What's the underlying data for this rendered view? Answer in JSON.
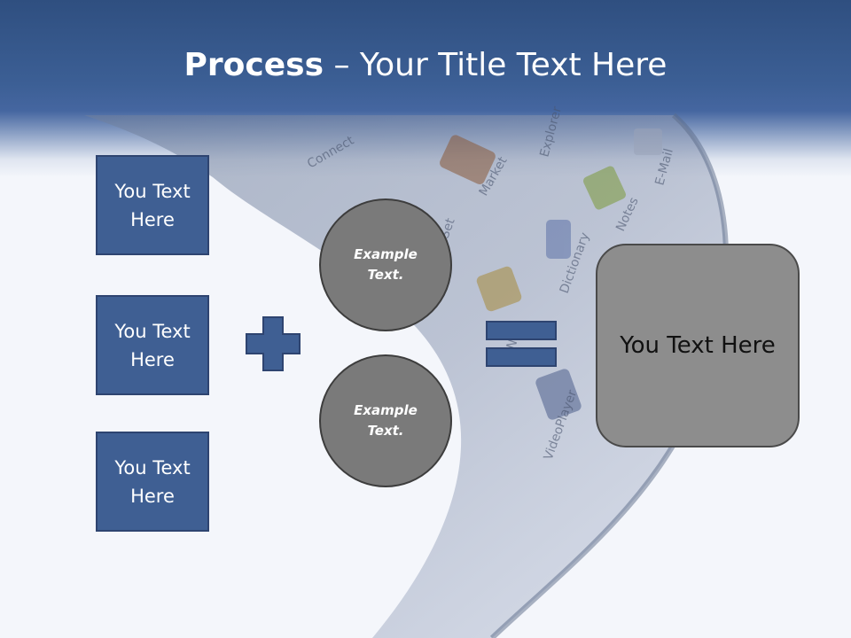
{
  "slide": {
    "title_bold": "Process",
    "title_rest": " – Your Title Text Here",
    "boxes": [
      "You Text Here",
      "You Text Here",
      "You Text Here"
    ],
    "circles": [
      "Example Text.",
      "Example Text."
    ],
    "result": "You Text Here"
  },
  "colors": {
    "header_blue": "#3c5f95",
    "box_fill": "#3f5f93",
    "circle_fill": "#7a7a7a",
    "result_fill": "#8d8d8d"
  },
  "background": {
    "app_labels": [
      "Connect",
      "Market",
      "Explorer",
      "E-Mail",
      "Notes",
      "Dictionary",
      "Navi",
      "VideoPlayer",
      "Set"
    ]
  }
}
